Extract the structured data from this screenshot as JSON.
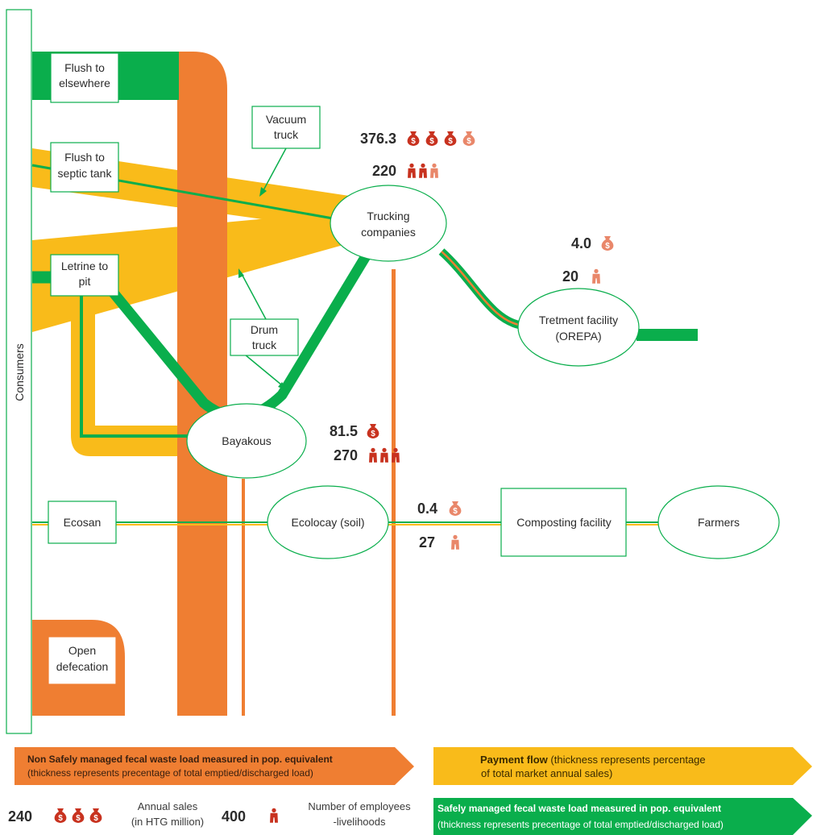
{
  "diagram": {
    "consumers_label": "Consumers",
    "nodes": {
      "flush_elsewhere": [
        "Flush to",
        "elsewhere"
      ],
      "flush_septic": [
        "Flush to",
        "septic tank"
      ],
      "letrine_pit": [
        "Letrine to",
        "pit"
      ],
      "open_defecation": [
        "Open",
        "defecation"
      ],
      "ecosan": [
        "Ecosan"
      ],
      "vacuum_truck": [
        "Vacuum",
        "truck"
      ],
      "drum_truck": [
        "Drum",
        "truck"
      ],
      "trucking_companies": [
        "Trucking",
        "companies"
      ],
      "treatment_facility": [
        "Tretment facility",
        "(OREPA)"
      ],
      "bayakous": [
        "Bayakous"
      ],
      "ecolocay": [
        "Ecolocay (soil)"
      ],
      "composting_facility": [
        "Composting facility"
      ],
      "farmers": [
        "Farmers"
      ]
    },
    "stats": {
      "trucking": {
        "sales": "376.3",
        "sales_icons": 3.5,
        "employees": "220",
        "employee_icons": 2.5
      },
      "treatment": {
        "sales": "4.0",
        "sales_icons": 0.5,
        "employees": "20",
        "employee_icons": 0.5
      },
      "bayakous": {
        "sales": "81.5",
        "sales_icons": 1,
        "employees": "270",
        "employee_icons": 3
      },
      "composting": {
        "sales": "0.4",
        "sales_icons": 0.5,
        "employees": "27",
        "employee_icons": 0.5
      }
    }
  },
  "legend": {
    "non_safe_title": "Non Safely managed fecal waste load measured in pop. equivalent",
    "non_safe_sub": "(thickness represents precentage of total emptied/discharged load)",
    "payment_title": "Payment flow",
    "payment_sub_1": "(thickness represents percentage",
    "payment_sub_2": "of total market annual sales)",
    "safe_title": "Safely managed fecal waste load measured in pop. equivalent",
    "safe_sub": "(thickness represents precentage of total emptied/discharged load)",
    "sales_value": "240",
    "sales_label_1": "Annual sales",
    "sales_label_2": "(in HTG million)",
    "employees_value": "400",
    "employees_label_1": "Number of employees",
    "employees_label_2": "-livelihoods"
  },
  "colors": {
    "green": "#0aae4c",
    "orange": "#ef7e32",
    "yellow": "#f9bb1a",
    "red_dark": "#c8321f",
    "salmon": "#e9876a"
  },
  "icons": [
    "money-bag-icon",
    "person-icon"
  ]
}
